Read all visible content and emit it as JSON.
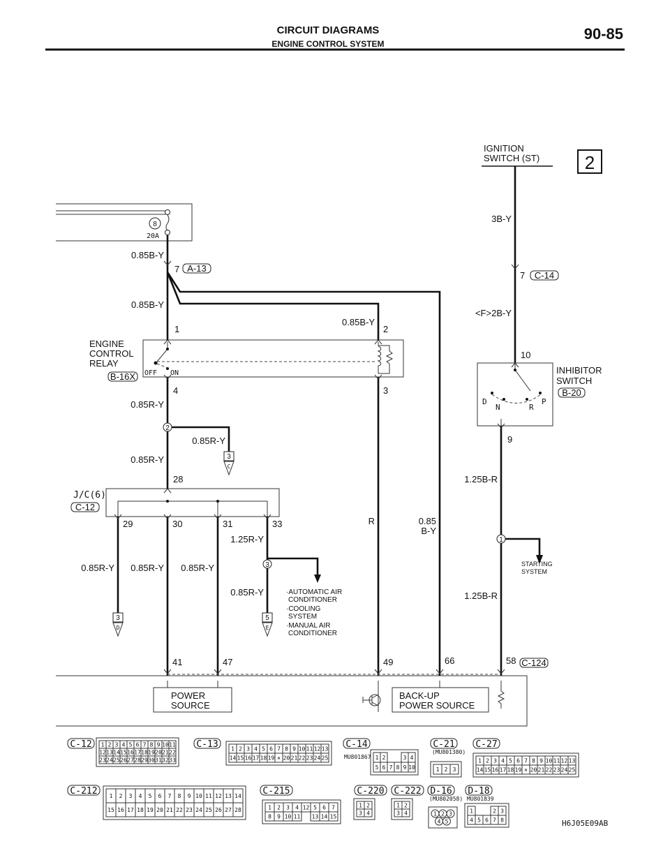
{
  "header": {
    "section": "CIRCUIT DIAGRAMS",
    "subtitle": "ENGINE CONTROL SYSTEM",
    "page": "90-85"
  },
  "fuse": {
    "number": "8",
    "rating": "20A"
  },
  "wires": {
    "fuse_out": "0.85B-Y",
    "a13_down": "0.85B-Y",
    "relay_pin2": "0.85B-Y",
    "relay_out": "0.85R-Y",
    "to_c": "0.85R-Y",
    "to_jc": "0.85R-Y",
    "jc29": "0.85R-Y",
    "jc30": "0.85R-Y",
    "jc31": "0.85R-Y",
    "jc33": "1.25R-Y",
    "to_e": "0.85R-Y",
    "relay3": "R",
    "backup_a": "0.85",
    "backup_b": "B-Y",
    "ign": "3B-Y",
    "f_wire": "<F>2B-Y",
    "inh_out": "1.25B-R",
    "to_ecm": "1.25B-R"
  },
  "connectors": {
    "a13": "A-13",
    "b16x": "B-16X",
    "c12": "C-12",
    "c14": "C-14",
    "b20": "B-20",
    "c124": "C-124"
  },
  "pins": {
    "a13": "7",
    "r1": "1",
    "r2": "2",
    "r3": "3",
    "r4": "4",
    "jc28": "28",
    "jc29": "29",
    "jc30": "30",
    "jc31": "31",
    "jc33": "33",
    "e41": "41",
    "e47": "47",
    "e49": "49",
    "e66": "66",
    "e58": "58",
    "c14": "7",
    "inh10": "10",
    "inh9": "9"
  },
  "relay": {
    "label1": "ENGINE",
    "label2": "CONTROL",
    "label3": "RELAY",
    "off": "OFF",
    "on": "ON"
  },
  "junctions": {
    "j2": "2",
    "j3": "3",
    "j1": "1"
  },
  "offpage": {
    "c_num": "3",
    "c_letter": "C",
    "d_num": "3",
    "d_letter": "D",
    "e_num": "5",
    "e_letter": "E",
    "ref2": "2"
  },
  "jc": {
    "label": "J/C(6)"
  },
  "ac_list": [
    "·AUTOMATIC AIR",
    "CONDITIONER",
    "·COOLING",
    "SYSTEM",
    "·MANUAL AIR",
    "CONDITIONER"
  ],
  "ignition": {
    "l1": "IGNITION",
    "l2": "SWITCH (ST)"
  },
  "inhibitor": {
    "l1": "INHIBITOR",
    "l2": "SWITCH",
    "d": "D",
    "n": "N",
    "r": "R",
    "p": "P"
  },
  "starting": {
    "l1": "STARTING",
    "l2": "SYSTEM"
  },
  "ecm": {
    "power": [
      "POWER",
      "SOURCE"
    ],
    "backup": [
      "BACK-UP",
      "POWER SOURCE"
    ]
  },
  "connector_views": [
    {
      "id": "c12",
      "label": "C-12",
      "rows": [
        [
          "1",
          "2",
          "3",
          "4",
          "5",
          "6",
          "7",
          "8",
          "9",
          "10",
          "11"
        ],
        [
          "12",
          "13",
          "14",
          "15",
          "16",
          "17",
          "18",
          "19",
          "20",
          "21",
          "22"
        ],
        [
          "23",
          "24",
          "25",
          "26",
          "27",
          "28",
          "29",
          "30",
          "31",
          "32",
          "33"
        ]
      ]
    },
    {
      "id": "c13",
      "label": "C-13",
      "rows": [
        [
          "1",
          "2",
          "3",
          "4",
          "5",
          "6",
          "7",
          "8",
          "9",
          "10",
          "11",
          "12",
          "13"
        ],
        [
          "14",
          "15",
          "16",
          "17",
          "18",
          "19",
          "×",
          "20",
          "21",
          "22",
          "23",
          "24",
          "25"
        ]
      ]
    },
    {
      "id": "c14",
      "label": "C-14",
      "note": "MU801867",
      "rows": [
        [
          "1",
          "2",
          "",
          "",
          "3",
          "4"
        ],
        [
          "5",
          "6",
          "7",
          "8",
          "9",
          "10"
        ]
      ]
    },
    {
      "id": "c21",
      "label": "C-21",
      "note": "(MU801380)",
      "rows": [
        [
          "1",
          "2",
          "3"
        ]
      ]
    },
    {
      "id": "c27",
      "label": "C-27",
      "rows": [
        [
          "1",
          "2",
          "3",
          "4",
          "5",
          "6",
          "7",
          "8",
          "9",
          "10",
          "11",
          "12",
          "13"
        ],
        [
          "14",
          "15",
          "16",
          "17",
          "18",
          "19",
          "×",
          "20",
          "21",
          "22",
          "23",
          "24",
          "25"
        ]
      ]
    },
    {
      "id": "c212",
      "label": "C-212",
      "rows": [
        [
          "1",
          "2",
          "3",
          "4",
          "5",
          "6",
          "7",
          "8",
          "9",
          "10",
          "11",
          "12",
          "13",
          "14"
        ],
        [
          "15",
          "16",
          "17",
          "18",
          "19",
          "20",
          "21",
          "22",
          "23",
          "24",
          "25",
          "26",
          "27",
          "28"
        ]
      ]
    },
    {
      "id": "c215",
      "label": "C-215",
      "rows": [
        [
          "1",
          "2",
          "3",
          "4",
          "12",
          "5",
          "6",
          "7"
        ],
        [
          "8",
          "9",
          "10",
          "11",
          "",
          "13",
          "14",
          "15"
        ]
      ]
    },
    {
      "id": "c220",
      "label": "C-220",
      "rows": [
        [
          "1",
          "2"
        ],
        [
          "3",
          "4"
        ]
      ]
    },
    {
      "id": "c222",
      "label": "C-222",
      "rows": [
        [
          "1",
          "2"
        ],
        [
          "3",
          "4"
        ]
      ]
    },
    {
      "id": "d16",
      "label": "D-16",
      "note": "(MU802058)",
      "rows": [
        [
          "1",
          "2",
          "3"
        ],
        [
          "4",
          "5"
        ]
      ]
    },
    {
      "id": "d18",
      "label": "D-18",
      "note": "MU801839",
      "rows": [
        [
          "1",
          "",
          "",
          "2",
          "3"
        ],
        [
          "4",
          "5",
          "6",
          "7",
          "8"
        ]
      ]
    }
  ],
  "figure_code": "H6J05E09AB"
}
